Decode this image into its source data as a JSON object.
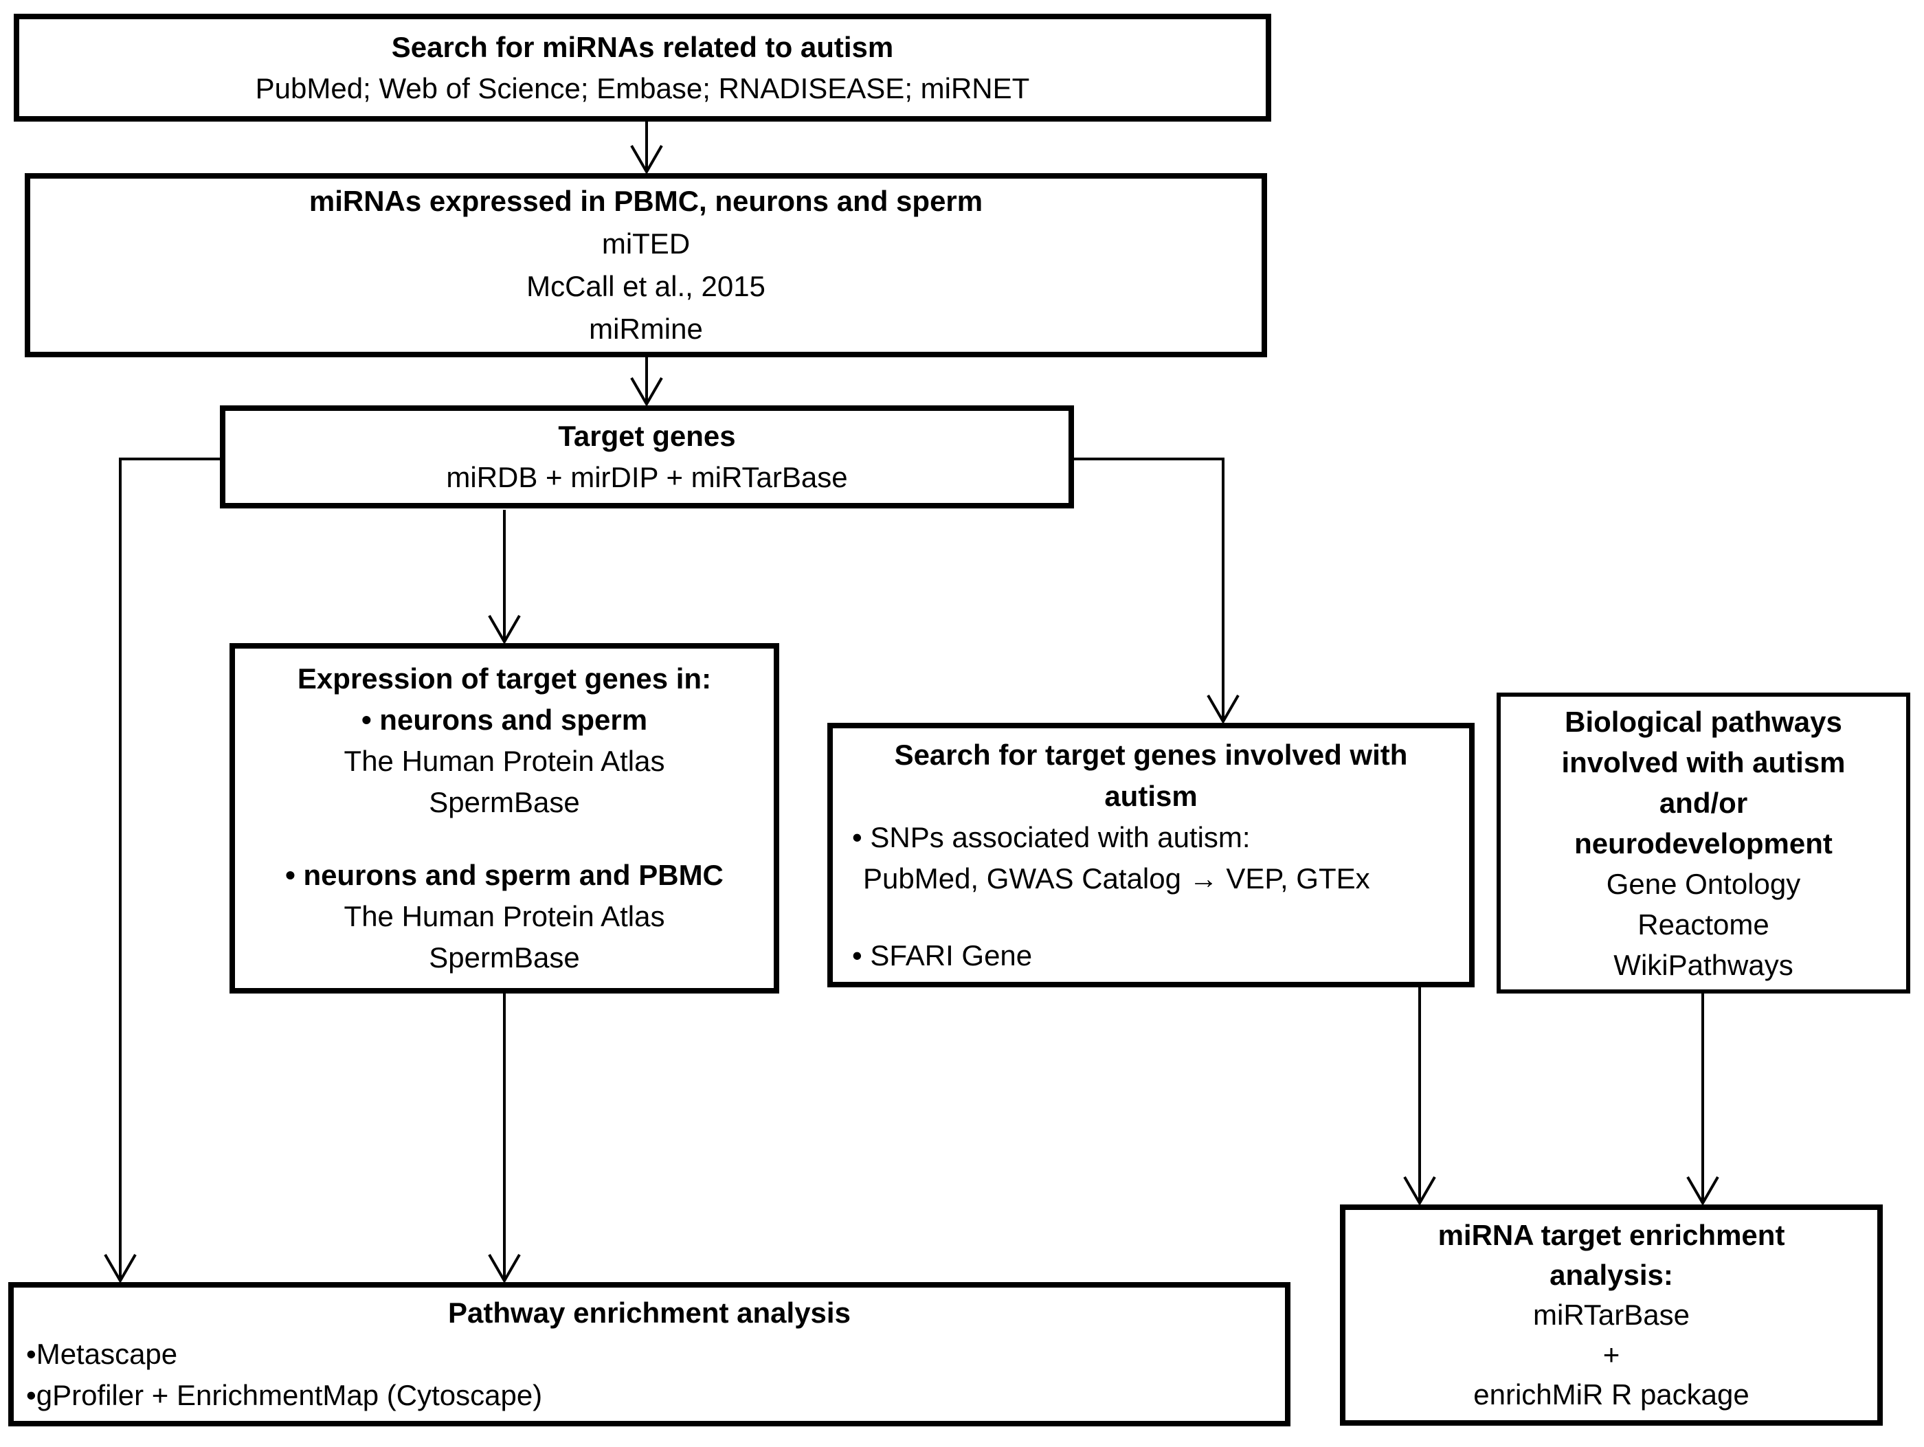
{
  "figure": {
    "background_color": "#ffffff",
    "line_color": "#000000",
    "text_color": "#000000"
  },
  "boxes": {
    "search_mirnas": {
      "title": "Search for miRNAs related to autism",
      "databases": "PubMed; Web of Science; Embase; RNADISEASE; miRNET"
    },
    "mirnas_expressed": {
      "title": "miRNAs expressed in PBMC, neurons and sperm",
      "databases": [
        "miTED",
        "McCall et al., 2015",
        "miRmine"
      ]
    },
    "target_genes": {
      "title": "Target genes",
      "databases": "miRDB + mirDIP + miRTarBase"
    },
    "expression_of_target_genes": {
      "title": "Expression of target genes in:",
      "sections": [
        {
          "bullet": "• neurons and sperm",
          "databases": [
            "The Human Protein Atlas",
            "SpermBase"
          ]
        },
        {
          "bullet": "• neurons and sperm and PBMC",
          "databases": [
            "The Human Protein Atlas",
            "SpermBase"
          ]
        }
      ]
    },
    "search_target_genes": {
      "title_lines": [
        "Search for target genes involved with",
        "autism"
      ],
      "bullet_1": "• SNPs associated with autism:",
      "bullet_1_detail": "PubMed, GWAS Catalog → VEP, GTEx",
      "bullet_2": "• SFARI Gene"
    },
    "biological_pathways": {
      "title_lines": [
        "Biological pathways",
        "involved with autism",
        "and/or",
        "neurodevelopment"
      ],
      "databases": [
        "Gene Ontology",
        "Reactome",
        "WikiPathways"
      ]
    },
    "pathway_enrichment": {
      "title": "Pathway enrichment analysis",
      "bullets": [
        "•Metascape",
        "•gProfiler + EnrichmentMap (Cytoscape)"
      ]
    },
    "mirna_target_enrichment": {
      "title_lines": [
        "miRNA target enrichment",
        "analysis:"
      ],
      "databases": [
        "miRTarBase",
        "+",
        "enrichMiR R package"
      ]
    }
  }
}
